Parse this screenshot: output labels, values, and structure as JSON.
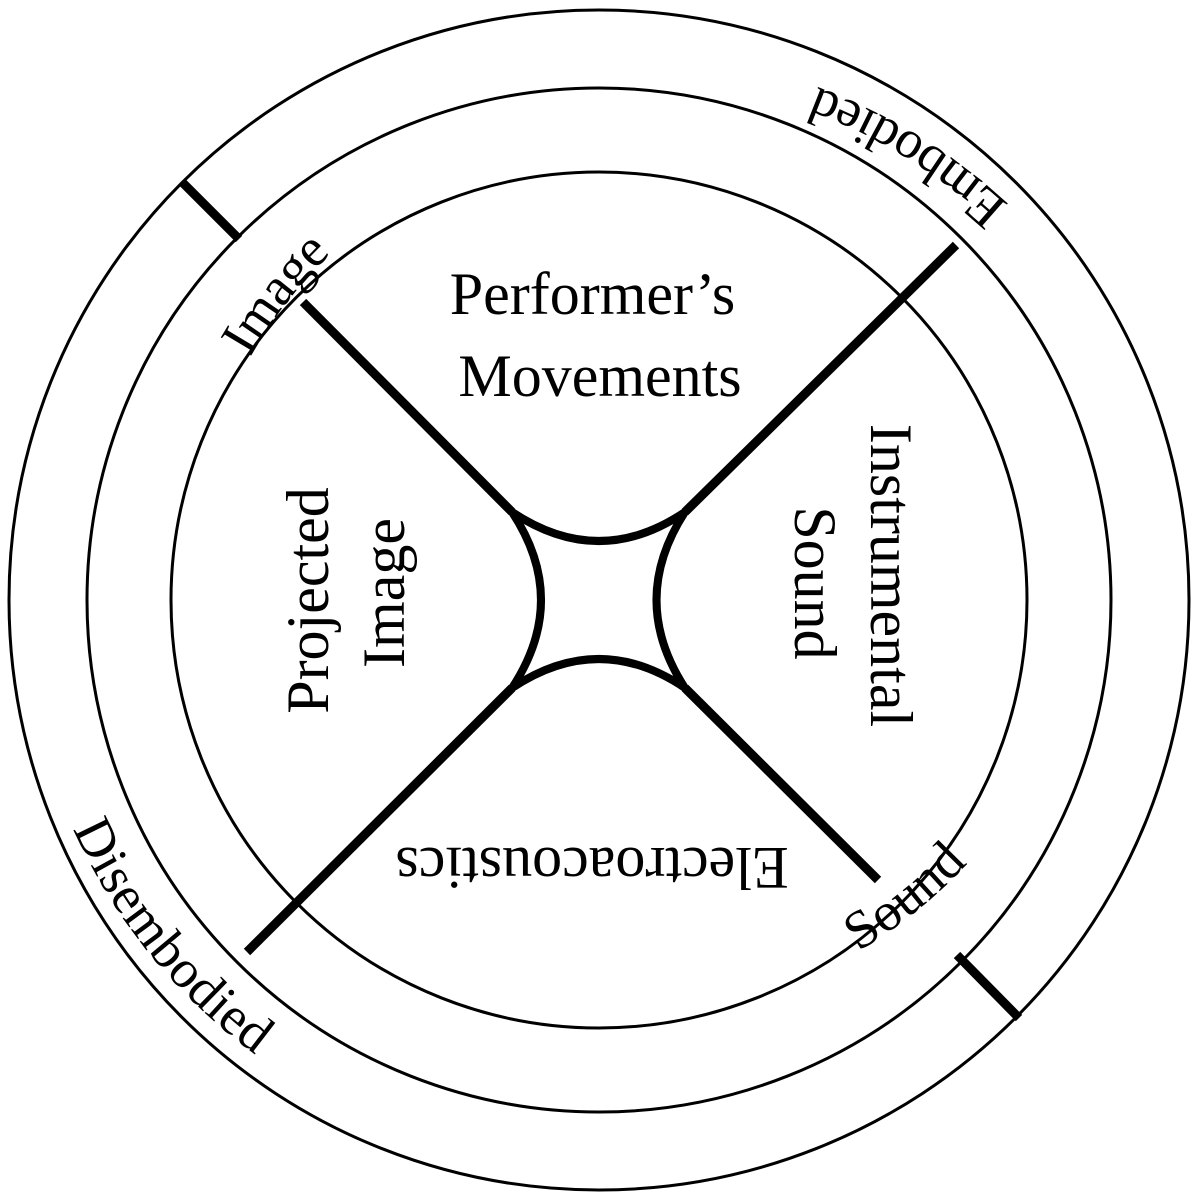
{
  "inner_quadrants": {
    "top": {
      "lines": [
        "Performer’s",
        "Movements"
      ]
    },
    "right": {
      "lines": [
        "Instrumental",
        "Sound"
      ]
    },
    "bottom": {
      "lines": [
        "Electroacoustics"
      ]
    },
    "left": {
      "lines": [
        "Projected",
        "Image"
      ]
    }
  },
  "middle_ring": {
    "left_label": "Image",
    "right_label": "Sound"
  },
  "outer_ring": {
    "top_label": "Embodied",
    "bottom_label": "Disembodied"
  }
}
